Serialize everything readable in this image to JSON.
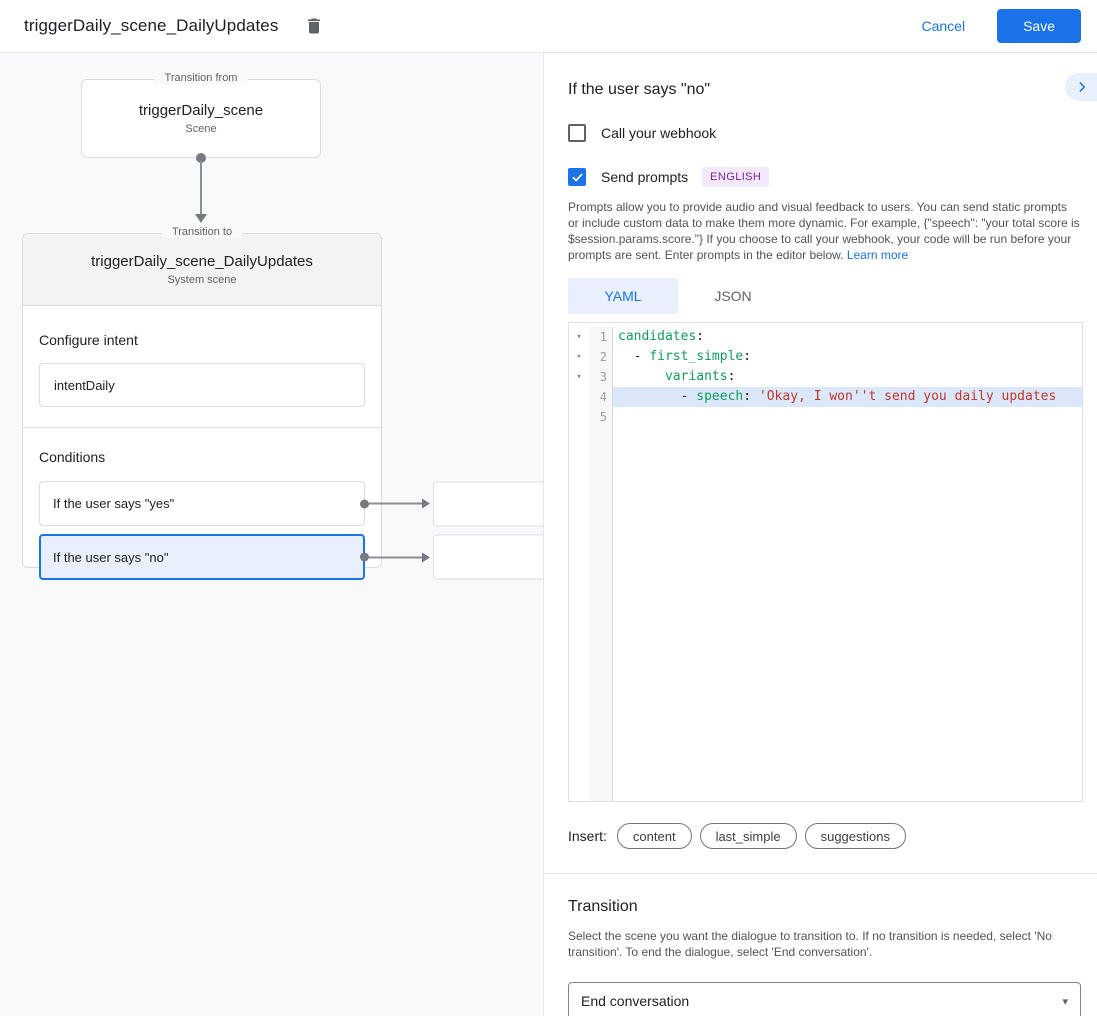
{
  "header": {
    "title": "triggerDaily_scene_DailyUpdates",
    "cancel_label": "Cancel",
    "save_label": "Save"
  },
  "diagram": {
    "from_node": {
      "legend": "Transition from",
      "name": "triggerDaily_scene",
      "type": "Scene"
    },
    "to_node": {
      "legend": "Transition to",
      "name": "triggerDaily_scene_DailyUpdates",
      "type": "System scene"
    },
    "configure_intent": {
      "heading": "Configure intent",
      "value": "intentDaily"
    },
    "conditions": {
      "heading": "Conditions",
      "items": [
        {
          "label": "If the user says \"yes\"",
          "selected": false
        },
        {
          "label": "If the user says \"no\"",
          "selected": true
        }
      ]
    }
  },
  "panel": {
    "title": "If the user says \"no\"",
    "webhook": {
      "label": "Call your webhook",
      "checked": false
    },
    "prompts": {
      "label": "Send prompts",
      "checked": true,
      "language_badge": "ENGLISH"
    },
    "description": "Prompts allow you to provide audio and visual feedback to users. You can send static prompts or include custom data to make them more dynamic. For example, {\"speech\": \"your total score is $session.params.score.\"} If you choose to call your webhook, your code will be run before your prompts are sent. Enter prompts in the editor below. ",
    "learn_more_label": "Learn more",
    "tabs": [
      {
        "label": "YAML",
        "active": true
      },
      {
        "label": "JSON",
        "active": false
      }
    ],
    "editor": {
      "lines": [
        {
          "number": "1",
          "fold": true,
          "highlight": false,
          "tokens": [
            {
              "c": "key",
              "v": "candidates"
            },
            {
              "c": "plain",
              "v": ":"
            }
          ]
        },
        {
          "number": "2",
          "fold": true,
          "highlight": false,
          "tokens": [
            {
              "c": "plain",
              "v": "  - "
            },
            {
              "c": "key",
              "v": "first_simple"
            },
            {
              "c": "plain",
              "v": ":"
            }
          ]
        },
        {
          "number": "3",
          "fold": true,
          "highlight": false,
          "tokens": [
            {
              "c": "plain",
              "v": "      "
            },
            {
              "c": "key",
              "v": "variants"
            },
            {
              "c": "plain",
              "v": ":"
            }
          ]
        },
        {
          "number": "4",
          "fold": false,
          "highlight": true,
          "tokens": [
            {
              "c": "plain",
              "v": "        - "
            },
            {
              "c": "key",
              "v": "speech"
            },
            {
              "c": "plain",
              "v": ": "
            },
            {
              "c": "str",
              "v": "'Okay, I won''t send you daily updates"
            }
          ]
        },
        {
          "number": "5",
          "fold": false,
          "highlight": false,
          "tokens": []
        }
      ]
    },
    "insert": {
      "label": "Insert:",
      "chips": [
        "content",
        "last_simple",
        "suggestions"
      ]
    },
    "transition": {
      "heading": "Transition",
      "description": "Select the scene you want the dialogue to transition to. If no transition is needed, select 'No transition'. To end the dialogue, select 'End conversation'.",
      "selected_value": "End conversation"
    }
  },
  "icons": {
    "fold_marker": "▾",
    "dropdown_caret": "▾"
  },
  "colors": {
    "accent_blue": "#1a73e8",
    "selected_blue_bg": "#e8f0fe",
    "badge_purple_bg": "#f3e8fd",
    "badge_purple_text": "#7b1fa2",
    "code_key_green": "#0f9d58",
    "code_string_red": "#c2362b",
    "active_line_blue": "#dbe8fb",
    "panel_gray": "#f8f9fa"
  }
}
